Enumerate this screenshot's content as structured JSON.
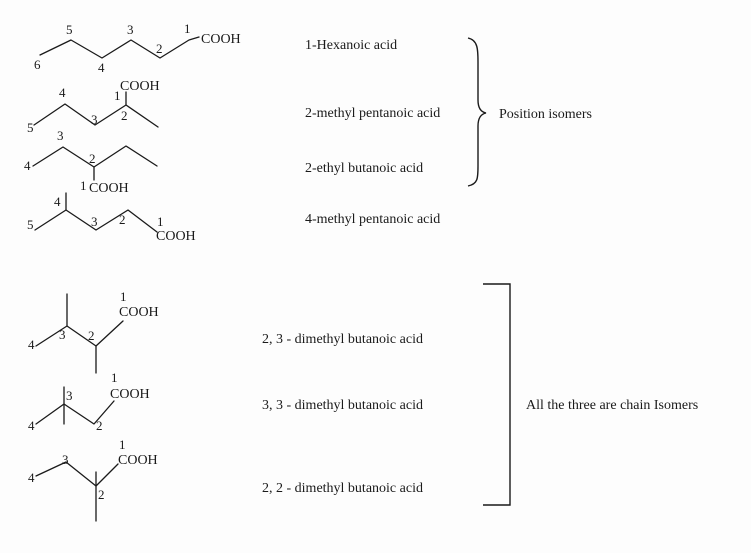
{
  "structures": {
    "hexanoic": {
      "n1": "1",
      "n2": "2",
      "n3": "3",
      "n4": "4",
      "n5": "5",
      "n6": "6",
      "cooh": "COOH"
    },
    "methylpentanoic2": {
      "n1": "1",
      "n2": "2",
      "n3": "3",
      "n4": "4",
      "n5": "5",
      "cooh": "COOH"
    },
    "ethylbutanoic": {
      "n1": "1",
      "n2": "2",
      "n3": "3",
      "n4": "4",
      "cooh": "COOH"
    },
    "methylpentanoic4": {
      "n1": "1",
      "n2": "2",
      "n3": "3",
      "n4": "4",
      "n5": "5",
      "cooh": "COOH"
    },
    "dimethyl23": {
      "n1": "1",
      "n2": "2",
      "n3": "3",
      "n4": "4",
      "cooh": "COOH"
    },
    "dimethyl33": {
      "n1": "1",
      "n2": "2",
      "n3": "3",
      "n4": "4",
      "cooh": "COOH"
    },
    "dimethyl22": {
      "n1": "1",
      "n2": "2",
      "n3": "3",
      "n4": "4",
      "cooh": "COOH"
    }
  },
  "names": {
    "hexanoic": "1-Hexanoic acid",
    "methylpentanoic2": "2-methyl pentanoic acid",
    "ethylbutanoic": "2-ethyl butanoic acid",
    "methylpentanoic4": "4-methyl pentanoic acid",
    "dimethyl23": "2, 3 - dimethyl butanoic acid",
    "dimethyl33": "3, 3 - dimethyl butanoic acid",
    "dimethyl22": "2, 2 - dimethyl butanoic acid"
  },
  "groups": {
    "position": "Position isomers",
    "chain": "All the three are chain Isomers"
  }
}
